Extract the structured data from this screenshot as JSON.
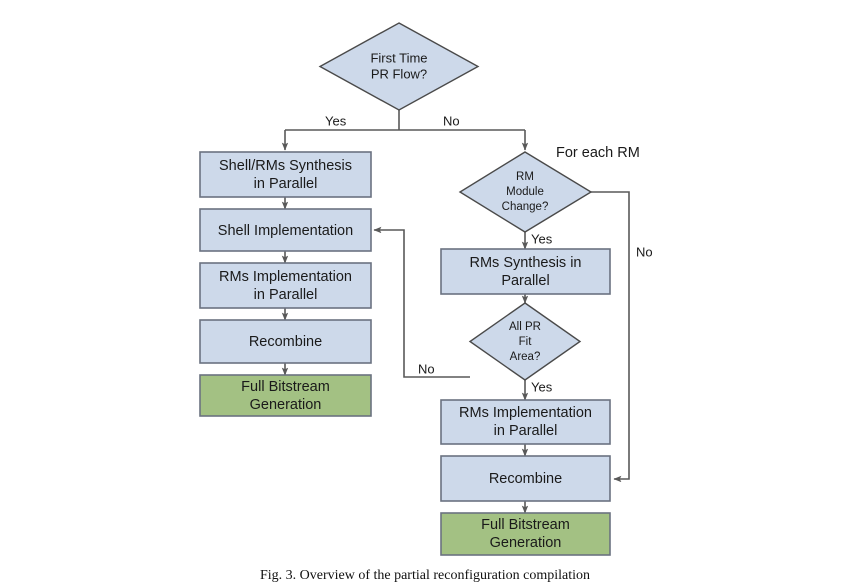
{
  "figure": {
    "caption": "Fig. 3.  Overview of the partial reconfiguration compilation",
    "colors": {
      "process_fill": "#cdd9ea",
      "terminal_fill": "#a3c183",
      "box_stroke": "#6b7280",
      "diamond_stroke": "#4a4a4a",
      "edge_stroke": "#595959",
      "text": "#1a1a1a",
      "background": "#ffffff"
    }
  },
  "nodes": {
    "first_time_pr_flow": {
      "type": "decision",
      "lines": [
        "First Time",
        "PR Flow?"
      ]
    },
    "shell_rms_synthesis": {
      "type": "process",
      "lines": [
        "Shell/RMs Synthesis",
        "in Parallel"
      ]
    },
    "shell_implementation": {
      "type": "process",
      "lines": [
        "Shell Implementation"
      ]
    },
    "rms_implementation_left": {
      "type": "process",
      "lines": [
        "RMs Implementation",
        "in Parallel"
      ]
    },
    "recombine_left": {
      "type": "process",
      "lines": [
        "Recombine"
      ]
    },
    "full_bitstream_left": {
      "type": "terminal",
      "lines": [
        "Full Bitstream",
        "Generation"
      ]
    },
    "rm_module_change": {
      "type": "decision",
      "lines": [
        "RM",
        "Module",
        "Change?"
      ]
    },
    "rms_synthesis_right": {
      "type": "process",
      "lines": [
        "RMs Synthesis in",
        "Parallel"
      ]
    },
    "all_pr_fit_area": {
      "type": "decision",
      "lines": [
        "All PR",
        "Fit",
        "Area?"
      ]
    },
    "rms_implementation_right": {
      "type": "process",
      "lines": [
        "RMs Implementation",
        "in Parallel"
      ]
    },
    "recombine_right": {
      "type": "process",
      "lines": [
        "Recombine"
      ]
    },
    "full_bitstream_right": {
      "type": "terminal",
      "lines": [
        "Full Bitstream",
        "Generation"
      ]
    }
  },
  "edge_labels": {
    "first_time_yes": "Yes",
    "first_time_no": "No",
    "rm_change_yes": "Yes",
    "rm_change_no": "No",
    "fit_area_yes": "Yes",
    "fit_area_no": "No"
  },
  "annotations": {
    "for_each_rm": "For each RM"
  }
}
